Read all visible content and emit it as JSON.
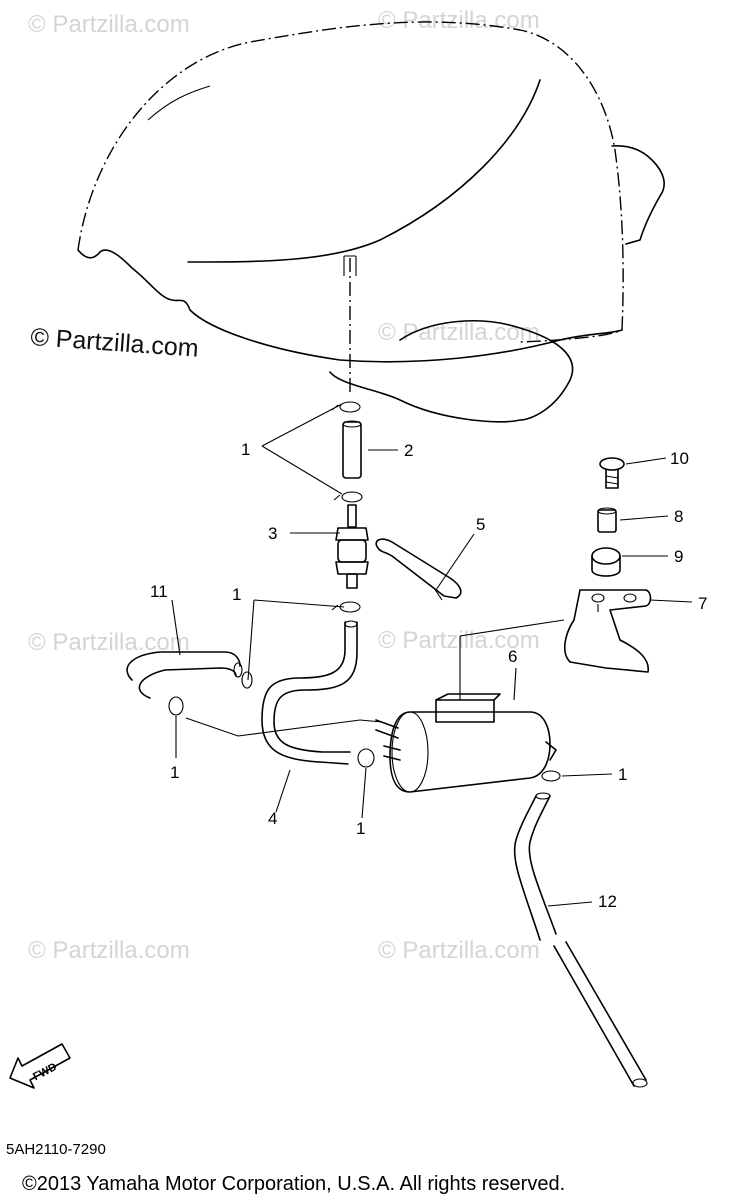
{
  "watermarks": {
    "main": "© Partzilla.com",
    "faint": "© Partzilla.com"
  },
  "callouts": {
    "c1_top": "1",
    "c1_mid": "1",
    "c1_left_bottom": "1",
    "c1_center_bottom": "1",
    "c1_right": "1",
    "c2": "2",
    "c3": "3",
    "c4": "4",
    "c5": "5",
    "c6": "6",
    "c7": "7",
    "c8": "8",
    "c9": "9",
    "c10": "10",
    "c11": "11",
    "c12": "12"
  },
  "fwd_label": "FWD",
  "diagram_code": "5AH2110-7290",
  "copyright": "©2013 Yamaha Motor Corporation, U.S.A. All rights reserved."
}
